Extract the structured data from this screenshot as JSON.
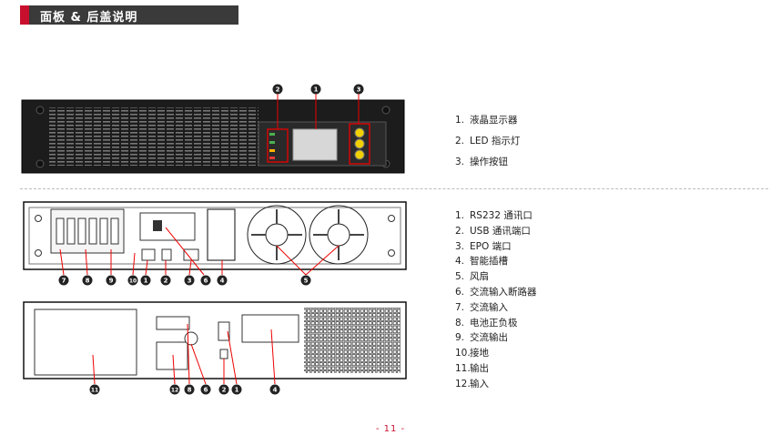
{
  "header": {
    "title": "面板 & 后盖说明"
  },
  "front_legend": [
    {
      "num": "1.",
      "label": "液晶显示器"
    },
    {
      "num": "2.",
      "label": "LED 指示灯"
    },
    {
      "num": "3.",
      "label": "操作按钮"
    }
  ],
  "rear_legend": [
    {
      "num": "1.",
      "label": "RS232 通讯口"
    },
    {
      "num": "2.",
      "label": "USB 通讯端口"
    },
    {
      "num": "3.",
      "label": "EPO 端口"
    },
    {
      "num": "4.",
      "label": "智能插槽"
    },
    {
      "num": "5.",
      "label": "风扇"
    },
    {
      "num": "6.",
      "label": "交流输入断路器"
    },
    {
      "num": "7.",
      "label": "交流输入"
    },
    {
      "num": "8.",
      "label": "电池正负极"
    },
    {
      "num": "9.",
      "label": "交流输出"
    },
    {
      "num": "10.",
      "label": "接地"
    },
    {
      "num": "11.",
      "label": "输出"
    },
    {
      "num": "12.",
      "label": "输入"
    }
  ],
  "front_callouts": [
    "2",
    "1",
    "3"
  ],
  "rear_top_callouts": [
    "7",
    "8",
    "9",
    "10",
    "1",
    "2",
    "3",
    "6",
    "4",
    "5"
  ],
  "rear_bottom_callouts": [
    "11",
    "12",
    "8",
    "6",
    "2",
    "1",
    "4"
  ],
  "page_number": "- 11 -"
}
